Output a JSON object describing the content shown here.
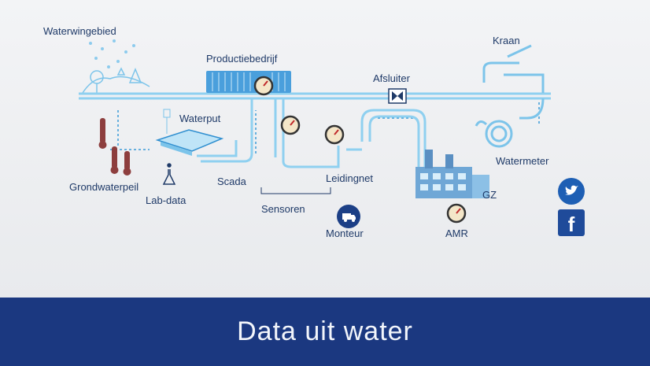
{
  "labels": {
    "waterwingebied": "Waterwingebied",
    "productiebedrijf": "Productiebedrijf",
    "afsluiter": "Afsluiter",
    "kraan": "Kraan",
    "waterput": "Waterput",
    "grondwaterpeil": "Grondwaterpeil",
    "lab_data": "Lab-data",
    "scada": "Scada",
    "sensoren": "Sensoren",
    "leidingnet": "Leidingnet",
    "monteur": "Monteur",
    "gz": "GZ",
    "amr": "AMR",
    "watermeter": "Watermeter"
  },
  "footer": {
    "title": "Data uit water"
  },
  "icons": {
    "twitter": "twitter-icon",
    "facebook": "facebook-icon",
    "truck": "truck-icon"
  },
  "colors": {
    "pipe": "#8fd0f0",
    "pipe_dark": "#3aa0d8",
    "band": "#1b3880",
    "arrow": "#5aaee0"
  }
}
